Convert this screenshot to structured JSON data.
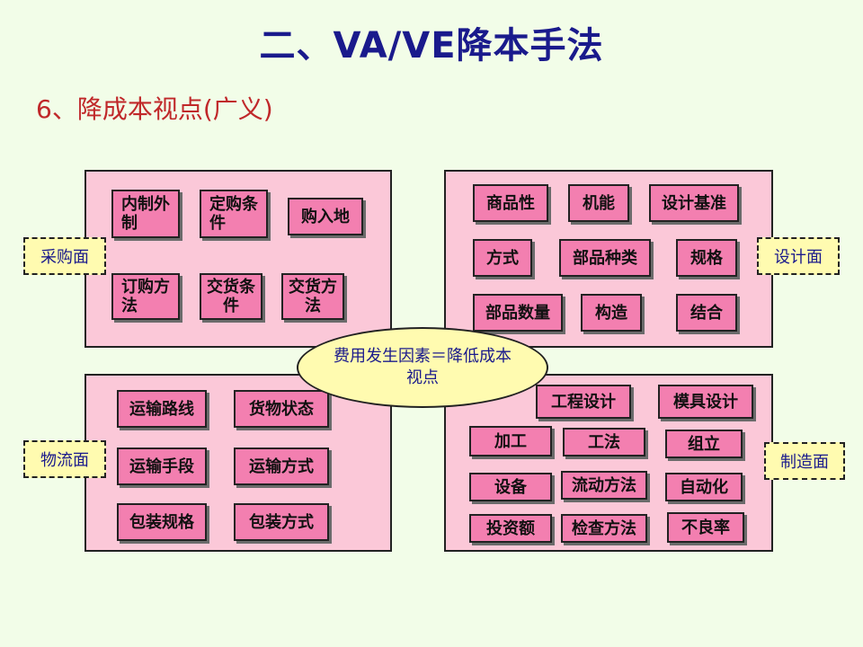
{
  "title": "二、VA/VE降本手法",
  "subtitle": "6、降成本视点(广义)",
  "center": "费用发生因素＝降低成本视点",
  "purchasing": {
    "tag": "采购面",
    "items": [
      "内制外制",
      "定购条件",
      "购入地",
      "订购方法",
      "交货条件",
      "交货方法"
    ]
  },
  "design": {
    "tag": "设计面",
    "items": [
      "商品性",
      "机能",
      "设计基准",
      "方式",
      "部品种类",
      "规格",
      "部品数量",
      "构造",
      "结合"
    ]
  },
  "logistics": {
    "tag": "物流面",
    "items": [
      "运输路线",
      "货物状态",
      "运输手段",
      "运输方式",
      "包装规格",
      "包装方式"
    ]
  },
  "manufacturing": {
    "tag": "制造面",
    "items": [
      "工程设计",
      "模具设计",
      "加工",
      "工法",
      "组立",
      "设备",
      "流动方法",
      "自动化",
      "投资额",
      "检查方法",
      "不良率"
    ]
  }
}
